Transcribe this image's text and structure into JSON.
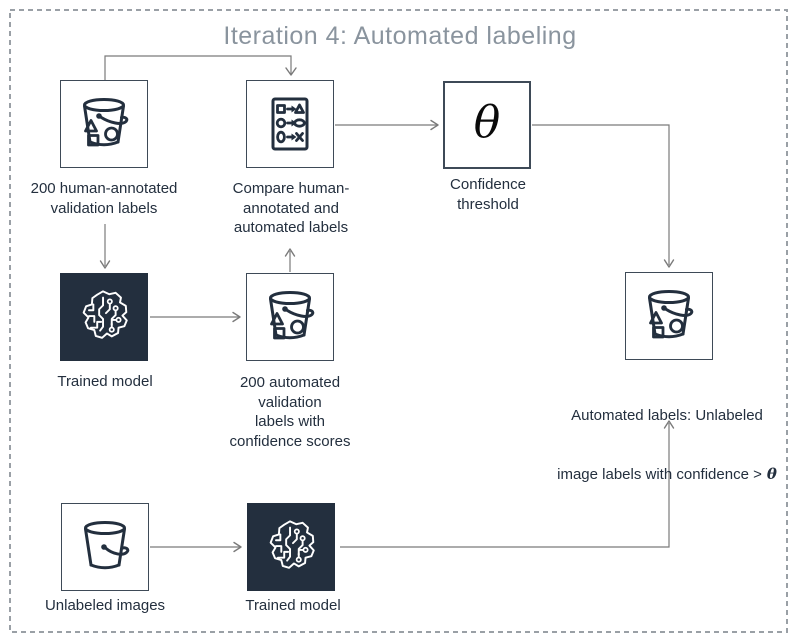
{
  "title": "Iteration 4: Automated labeling",
  "nodes": {
    "human_validation_bucket": {
      "label": "200 human-annotated\nvalidation labels"
    },
    "compare": {
      "label": "Compare human-\nannotated and\nautomated labels"
    },
    "confidence_threshold": {
      "symbol": "θ",
      "label": "Confidence\nthreshold"
    },
    "trained_model_top": {
      "label": "Trained model"
    },
    "automated_validation_bucket": {
      "label": "200 automated\nvalidation\nlabels with\nconfidence scores"
    },
    "automated_labels_bucket": {
      "label_line1": "Automated labels: Unlabeled",
      "label_line2_prefix": "image labels with confidence >",
      "label_theta": "θ"
    },
    "unlabeled_images_bucket": {
      "label": "Unlabeled images"
    },
    "trained_model_bottom": {
      "label": "Trained model"
    }
  },
  "colors": {
    "accent_dark": "#232f3e",
    "line_gray": "#7a7a7a",
    "title_gray": "#8a949e",
    "dashed_border": "#9aa0a6",
    "node_border": "#3e4a57",
    "icon_white": "#ffffff"
  }
}
